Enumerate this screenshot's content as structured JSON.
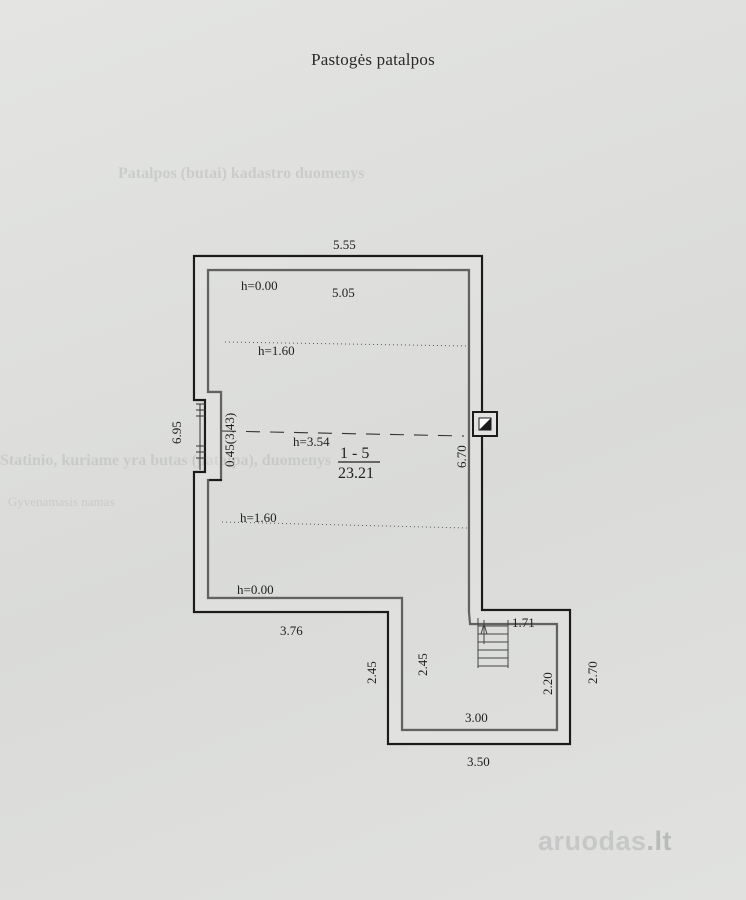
{
  "title": "Pastogės patalpos",
  "background_text": [
    "Patalpos (butai) kadastro duomenys",
    "Statinio, kuriame yra butas (patalpa), duomenys",
    "Gyvenamasis namas"
  ],
  "plan": {
    "room_id": "1 - 5",
    "room_area": "23.21",
    "dimensions": {
      "top_outer": "5.55",
      "top_inner": "5.05",
      "left_outer": "6.95",
      "right_inner": "6.70",
      "window_width": "0.45(3.43)",
      "bottom_left": "3.76",
      "step_outer": "2.45",
      "step_inner": "2.45",
      "stair_width": "1.71",
      "annex_inner_height": "2.20",
      "annex_outer_height": "2.70",
      "annex_inner_width": "3.00",
      "annex_outer_width": "3.50"
    },
    "heights": {
      "top": "h=0.00",
      "upper": "h=1.60",
      "ridge": "h=3.54",
      "lower": "h=1.60",
      "bottom": "h=0.00"
    }
  },
  "watermark": {
    "text": "aruodas",
    "suffix": ".lt"
  }
}
